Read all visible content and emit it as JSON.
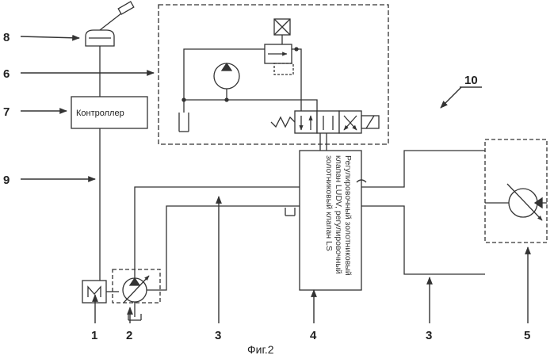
{
  "labels": {
    "n1": "1",
    "n2": "2",
    "n3a": "3",
    "n3b": "3",
    "n4": "4",
    "n5": "5",
    "n6": "6",
    "n7": "7",
    "n8": "8",
    "n9": "9",
    "n10": "10"
  },
  "controller": {
    "label": "Контроллер"
  },
  "valve_block": {
    "line1": "Регулировочный золотниковый",
    "line2": "клапан LUDV, регулировочный",
    "line3": "золотниковый клапан LS"
  },
  "caption": "Фиг.2",
  "colors": {
    "ink": "#222222",
    "paper": "#ffffff"
  }
}
